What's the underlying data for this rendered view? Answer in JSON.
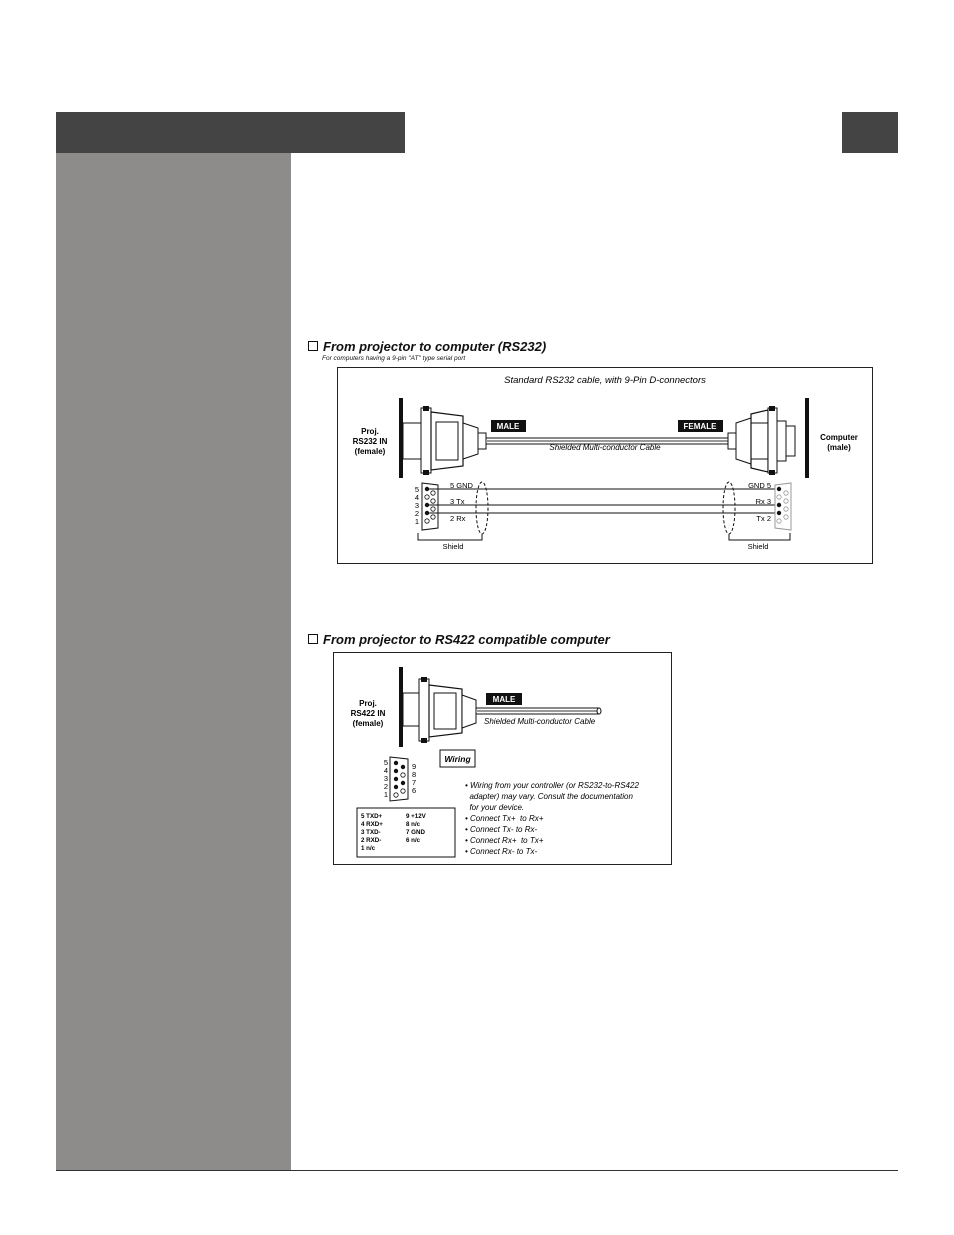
{
  "diagram1": {
    "heading": "From projector to computer (RS232)",
    "note": "For computers having a 9-pin \"AT\" type serial port",
    "caption": "Standard RS232 cable, with 9-Pin D-connectors",
    "left_label": [
      "Proj.",
      "RS232 IN",
      "(female)"
    ],
    "right_label": [
      "Computer",
      "(male)"
    ],
    "male_tag": "MALE",
    "female_tag": "FEMALE",
    "cable_label": "Shielded Multi-conductor Cable",
    "pin_numbers": [
      "5",
      "4",
      "3",
      "2",
      "1"
    ],
    "left_wires": [
      "5 GND",
      "3 Tx",
      "2 Rx"
    ],
    "right_wires": [
      "GND 5",
      "Rx 3",
      "Tx 2"
    ],
    "shield_left": "Shield",
    "shield_right": "Shield"
  },
  "diagram2": {
    "heading": "From projector to RS422 compatible computer",
    "left_label": [
      "Proj.",
      "RS422 IN",
      "(female)"
    ],
    "male_tag": "MALE",
    "cable_label": "Shielded Multi-conductor Cable",
    "wiring_tag": "Wiring",
    "pins_left": [
      "5",
      "4",
      "3",
      "2",
      "1"
    ],
    "pins_right": [
      "9",
      "8",
      "7",
      "6"
    ],
    "pinout_left": [
      "5  TXD+",
      "4  RXD+",
      "3  TXD-",
      "2  RXD-",
      "1  n/c"
    ],
    "pinout_right": [
      "9  +12V",
      "8  n/c",
      "7  GND",
      "6  n/c"
    ],
    "notes": [
      "• Wiring from your controller (or RS232-to-RS422",
      "  adapter) may vary. Consult the documentation",
      "  for your device.",
      "• Connect Tx+  to Rx+",
      "• Connect Tx- to Rx-",
      "• Connect Rx+  to Tx+",
      "• Connect Rx- to Tx-"
    ]
  }
}
